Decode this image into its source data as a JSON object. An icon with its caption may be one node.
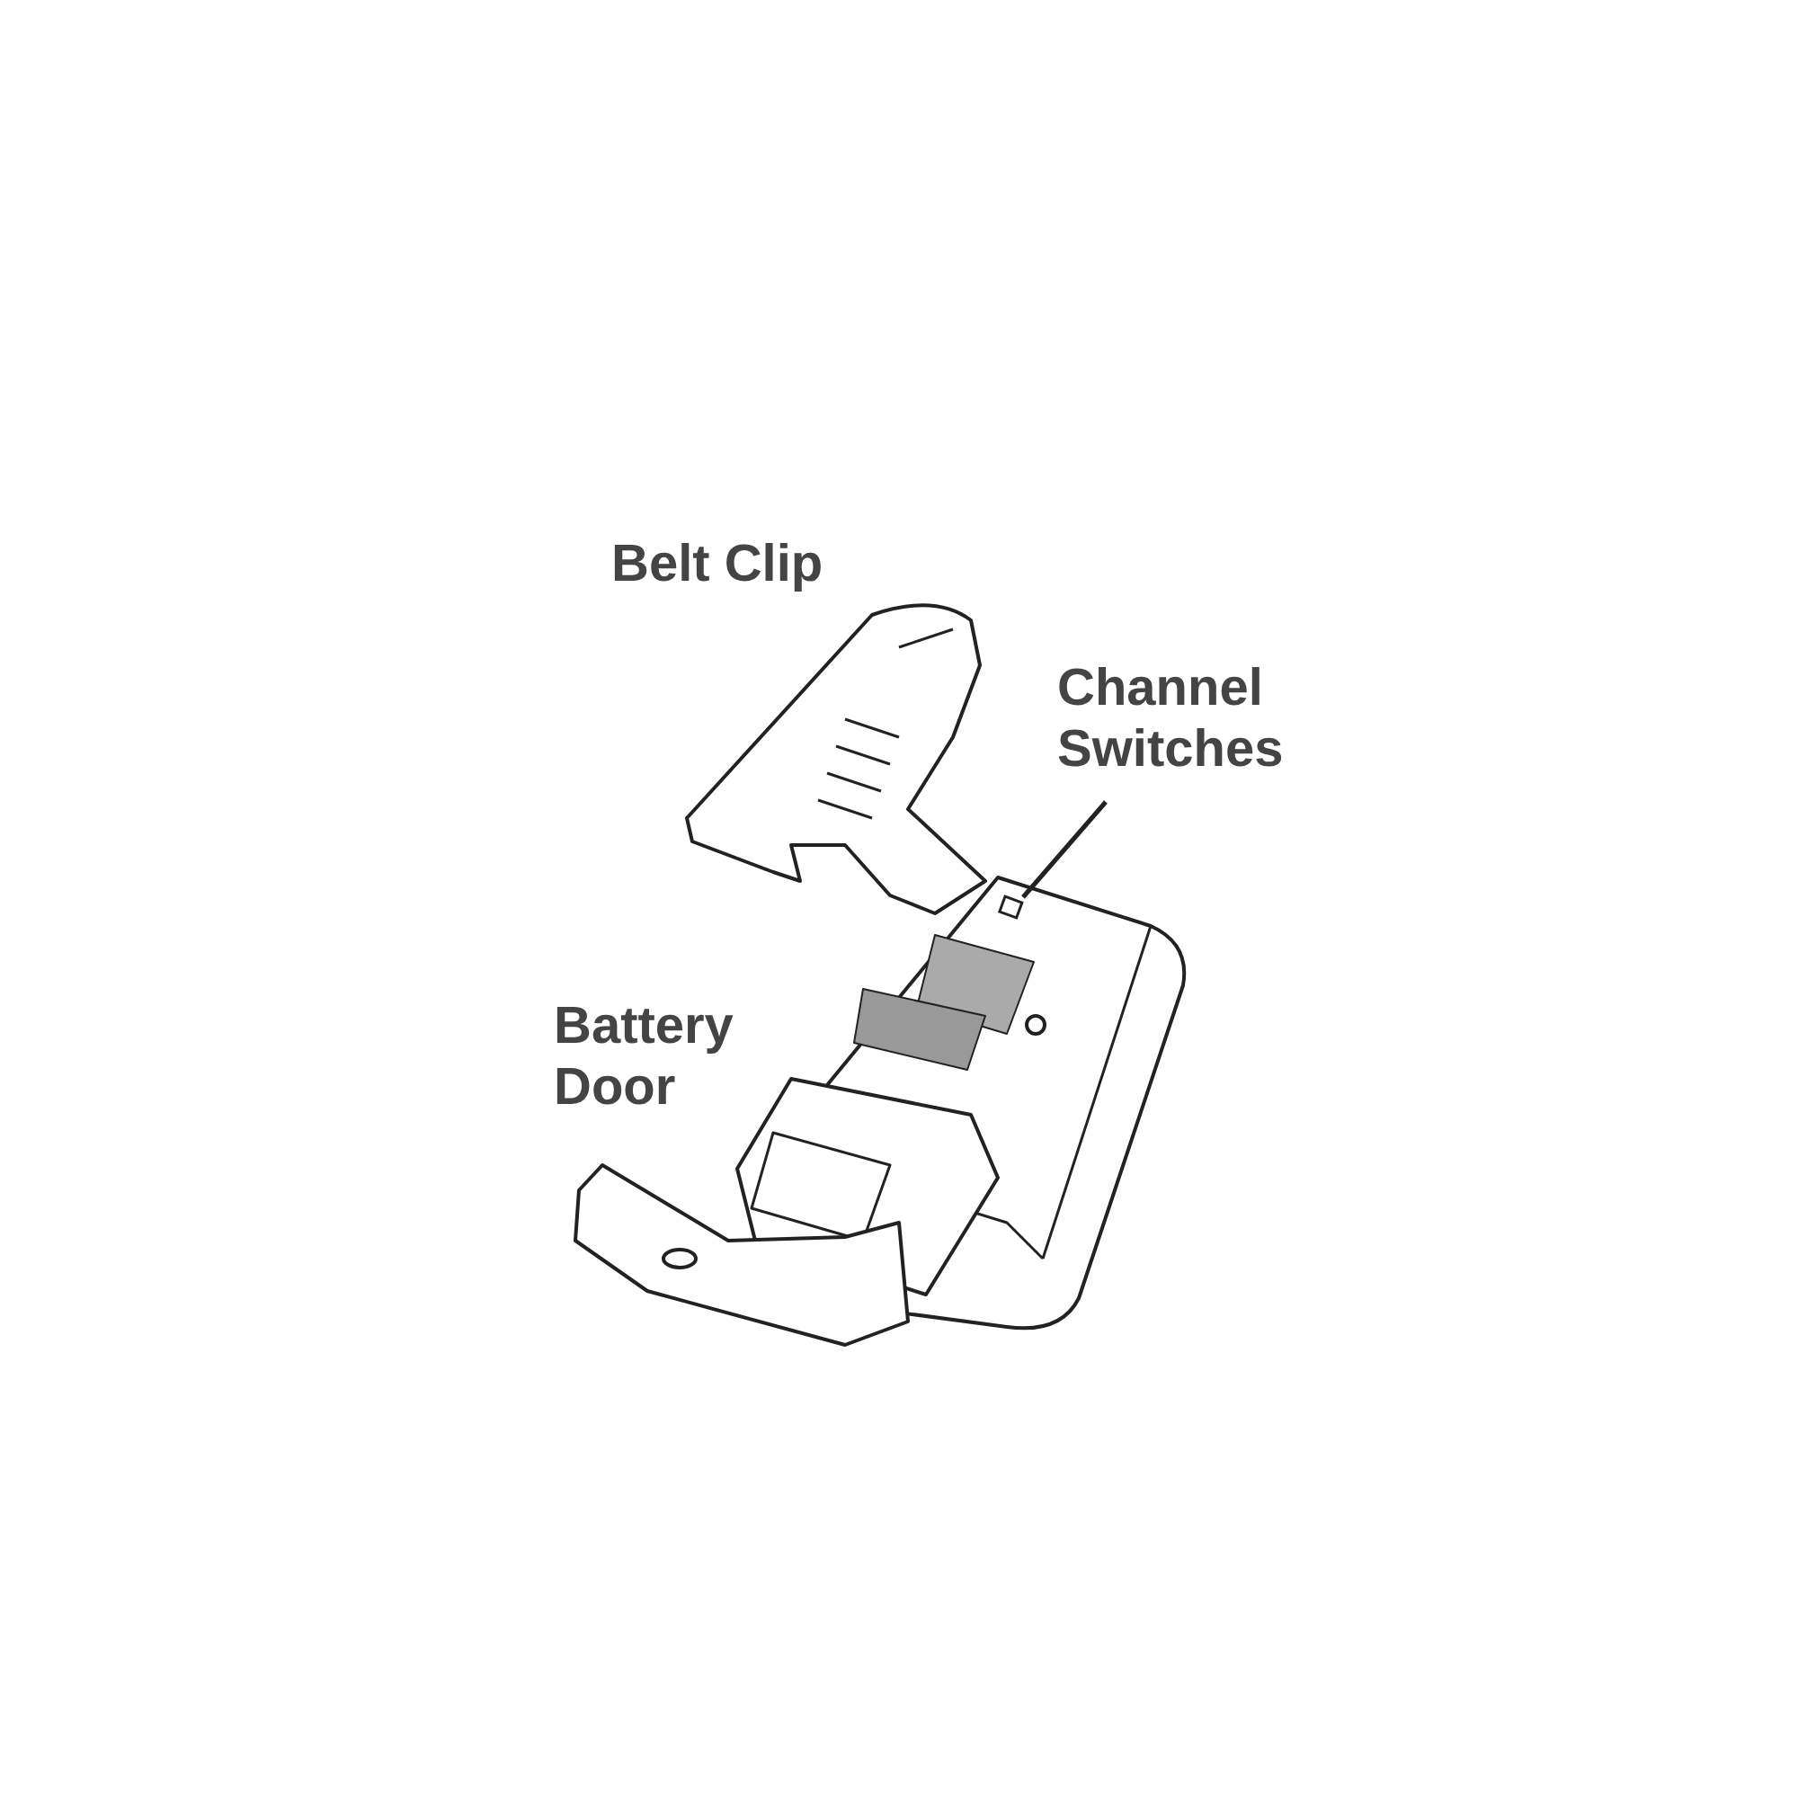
{
  "diagram": {
    "nodes": [
      {
        "text": [
          "Channel Switches"
        ]
      },
      {
        "text": [],
        "shape": "box"
      }
    ],
    "edges": [
      {
        "from": 0,
        "to": 1,
        "arrow": "none"
      }
    ],
    "labels": [
      "Belt Clip",
      "Battery Door"
    ]
  }
}
